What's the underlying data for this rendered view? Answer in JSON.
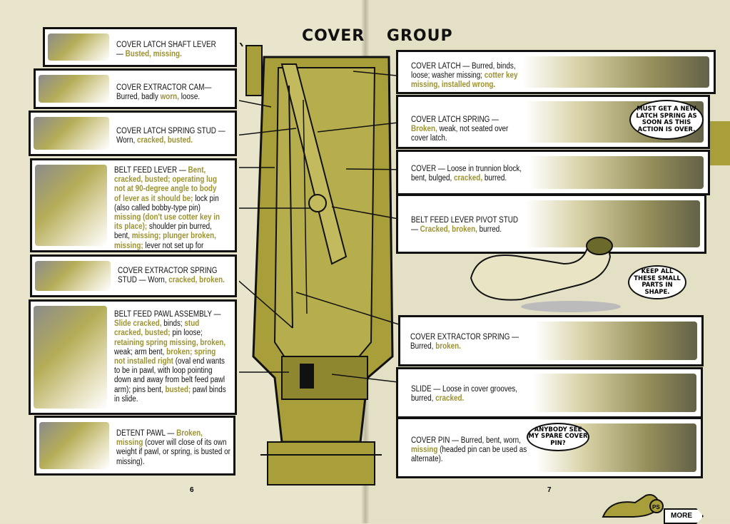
{
  "title": "COVER GROUP",
  "colors": {
    "highlight": "#9c9230",
    "olive": "#a89e3a"
  },
  "left_page": {
    "number": "6",
    "panels": [
      {
        "id": "cover-latch-shaft-lever",
        "segments": [
          {
            "t": "COVER LATCH SHAFT LEVER — ",
            "hl": false
          },
          {
            "t": "Busted, missing.",
            "hl": true
          }
        ]
      },
      {
        "id": "cover-extractor-cam",
        "segments": [
          {
            "t": "COVER EXTRACTOR CAM—Burred, badly ",
            "hl": false
          },
          {
            "t": "worn,",
            "hl": true
          },
          {
            "t": " loose.",
            "hl": false
          }
        ]
      },
      {
        "id": "cover-latch-spring-stud",
        "segments": [
          {
            "t": "COVER LATCH SPRING STUD — Worn, ",
            "hl": false
          },
          {
            "t": "cracked, busted.",
            "hl": true
          }
        ]
      },
      {
        "id": "belt-feed-lever",
        "segments": [
          {
            "t": "BELT FEED LEVER — ",
            "hl": false
          },
          {
            "t": "Bent, cracked, busted; operating lug not at 90-degree angle to body of lever as it should be;",
            "hl": true
          },
          {
            "t": " lock pin (also called bobby-type pin) ",
            "hl": false
          },
          {
            "t": "missing (don't use cotter key in its place);",
            "hl": true
          },
          {
            "t": " shoulder pin burred, bent, ",
            "hl": false
          },
          {
            "t": "missing; plunger broken, missing;",
            "hl": true
          },
          {
            "t": " lever not set up for correct direction of feed.",
            "hl": false
          }
        ]
      },
      {
        "id": "cover-extractor-spring-stud",
        "segments": [
          {
            "t": "COVER EXTRACTOR SPRING STUD — Worn, ",
            "hl": false
          },
          {
            "t": "cracked, broken.",
            "hl": true
          }
        ]
      },
      {
        "id": "belt-feed-pawl-assembly",
        "segments": [
          {
            "t": "BELT FEED PAWL ASSEMBLY — ",
            "hl": false
          },
          {
            "t": "Slide cracked,",
            "hl": true
          },
          {
            "t": " binds; ",
            "hl": false
          },
          {
            "t": "stud cracked, busted;",
            "hl": true
          },
          {
            "t": " pin loose; ",
            "hl": false
          },
          {
            "t": "retaining spring missing, broken,",
            "hl": true
          },
          {
            "t": " weak; arm bent, ",
            "hl": false
          },
          {
            "t": "broken; spring not installed right",
            "hl": true
          },
          {
            "t": " (oval end wants to be in pawl, with loop pointing down and away from belt feed pawl arm); pins bent, ",
            "hl": false
          },
          {
            "t": "busted;",
            "hl": true
          },
          {
            "t": " pawl binds in slide.",
            "hl": false
          }
        ]
      },
      {
        "id": "detent-pawl",
        "segments": [
          {
            "t": "DETENT PAWL — ",
            "hl": false
          },
          {
            "t": "Broken, missing",
            "hl": true
          },
          {
            "t": " (cover will close of its own weight if pawl, or spring, is busted or missing).",
            "hl": false
          }
        ]
      }
    ]
  },
  "right_page": {
    "number": "7",
    "panels": [
      {
        "id": "cover-latch",
        "segments": [
          {
            "t": "COVER LATCH — Burred, binds, loose; washer missing; ",
            "hl": false
          },
          {
            "t": "cotter key missing, installed wrong.",
            "hl": true
          }
        ]
      },
      {
        "id": "cover-latch-spring",
        "segments": [
          {
            "t": "COVER LATCH SPRING — ",
            "hl": false
          },
          {
            "t": "Broken,",
            "hl": true
          },
          {
            "t": " weak, not seated over cover latch.",
            "hl": false
          }
        ]
      },
      {
        "id": "cover",
        "segments": [
          {
            "t": "COVER — Loose in trunnion block, bent, bulged, ",
            "hl": false
          },
          {
            "t": "cracked,",
            "hl": true
          },
          {
            "t": " burred.",
            "hl": false
          }
        ]
      },
      {
        "id": "belt-feed-lever-pivot-stud",
        "segments": [
          {
            "t": "BELT FEED LEVER PIVOT STUD — ",
            "hl": false
          },
          {
            "t": "Cracked, broken,",
            "hl": true
          },
          {
            "t": " burred.",
            "hl": false
          }
        ]
      },
      {
        "id": "cover-extractor-spring",
        "segments": [
          {
            "t": "COVER EXTRACTOR SPRING — Burred, ",
            "hl": false
          },
          {
            "t": "broken.",
            "hl": true
          }
        ]
      },
      {
        "id": "slide",
        "segments": [
          {
            "t": "SLIDE — Loose in cover grooves, burred, ",
            "hl": false
          },
          {
            "t": "cracked.",
            "hl": true
          }
        ]
      },
      {
        "id": "cover-pin",
        "segments": [
          {
            "t": "COVER PIN — Burred, bent, worn, ",
            "hl": false
          },
          {
            "t": "missing",
            "hl": true
          },
          {
            "t": " (headed pin can be used as alternate).",
            "hl": false
          }
        ]
      }
    ],
    "bubbles": {
      "latch_spring": "MUST GET A NEW LATCH SPRING AS SOON AS THIS ACTION IS OVER.",
      "worm": "KEEP ALL THESE SMALL PARTS IN SHAPE.",
      "cover_pin": "ANYBODY SEE MY SPARE COVER PIN?"
    },
    "more_label": "MORE",
    "logo": "PS"
  }
}
